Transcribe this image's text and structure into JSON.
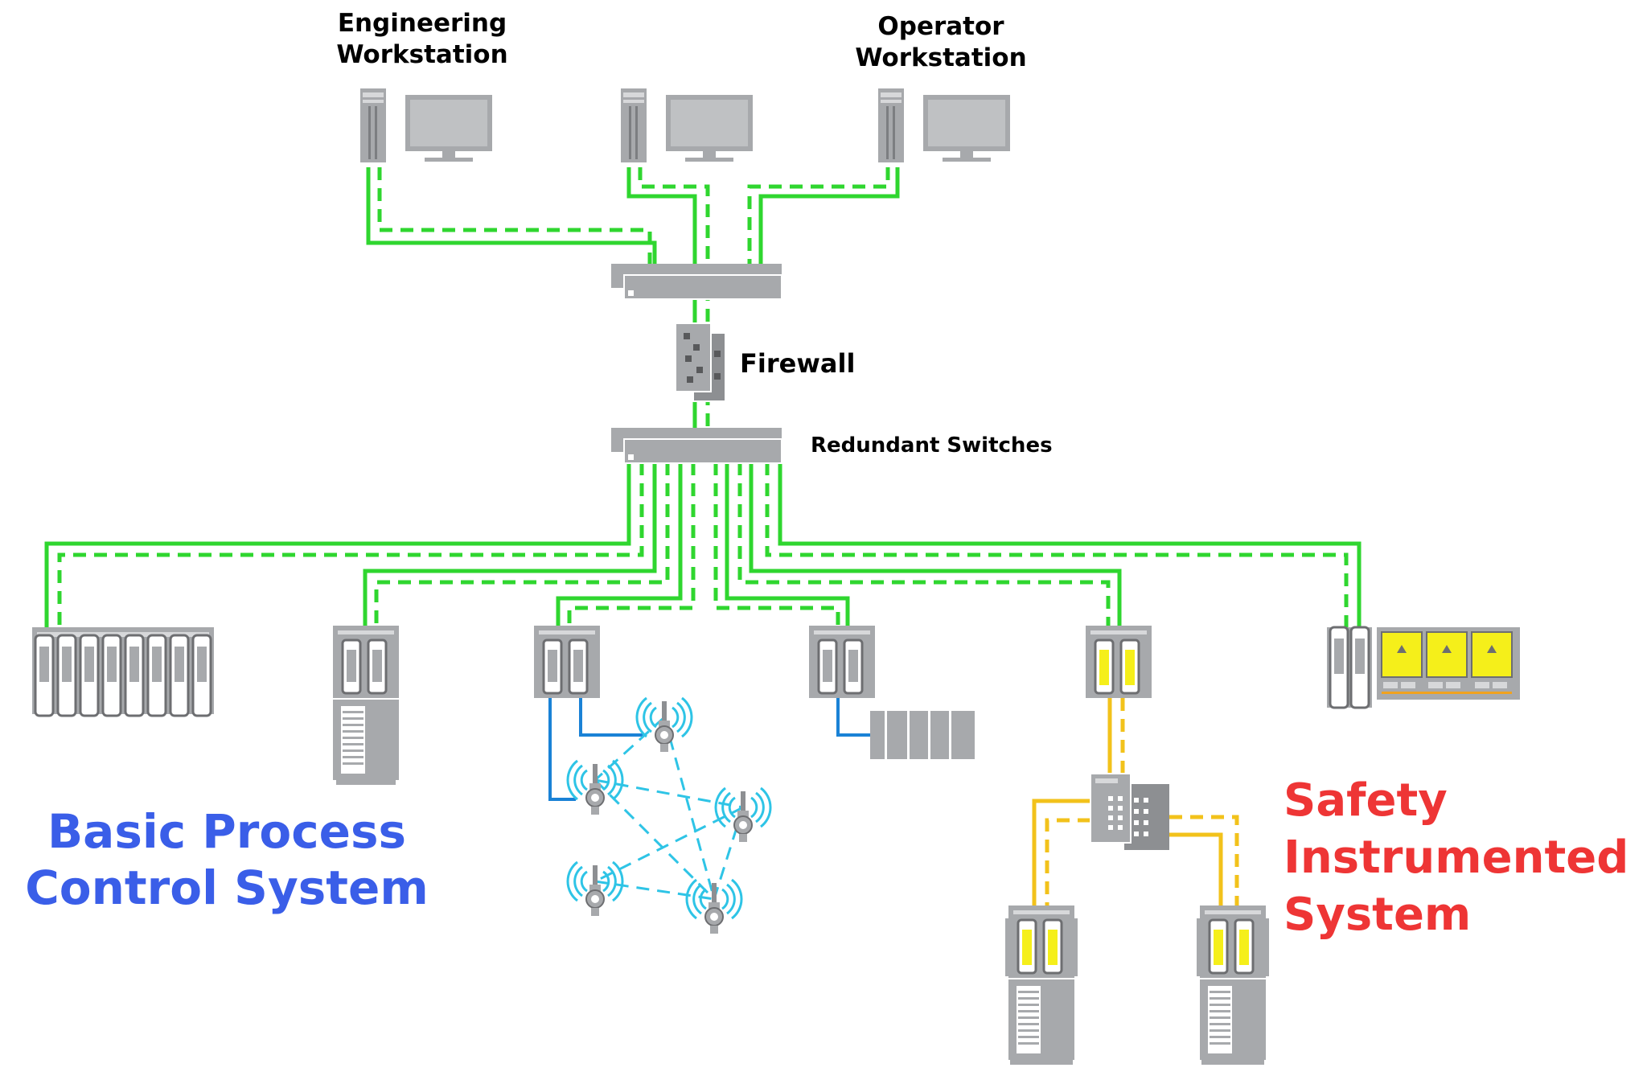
{
  "labels": {
    "engineering_workstation": "Engineering\nWorkstation",
    "operator_workstation": "Operator\nWorkstation",
    "firewall": "Firewall",
    "redundant_switches": "Redundant Switches",
    "bpcs_line1": "Basic Process",
    "bpcs_line2": "Control System",
    "sis_line1": "Safety",
    "sis_line2": "Instrumented",
    "sis_line3": "System"
  },
  "colors": {
    "network": "#2fd62f",
    "wired_io": "#1a82d6",
    "wireless": "#2ec4e6",
    "safety": "#f2c21b",
    "device_gray": "#a7a9ac",
    "device_dark": "#6d6e71",
    "bpcs_text": "#3a5ee8",
    "sis_text": "#ee3535",
    "highlight": "#f5ef1a"
  },
  "icons": [
    "workstation-tower-icon",
    "monitor-icon",
    "switch-icon",
    "firewall-icon",
    "controller-rack-icon",
    "io-module-icon",
    "wireless-transmitter-icon",
    "safety-controller-icon",
    "safety-switch-icon",
    "safety-io-panel-icon"
  ]
}
